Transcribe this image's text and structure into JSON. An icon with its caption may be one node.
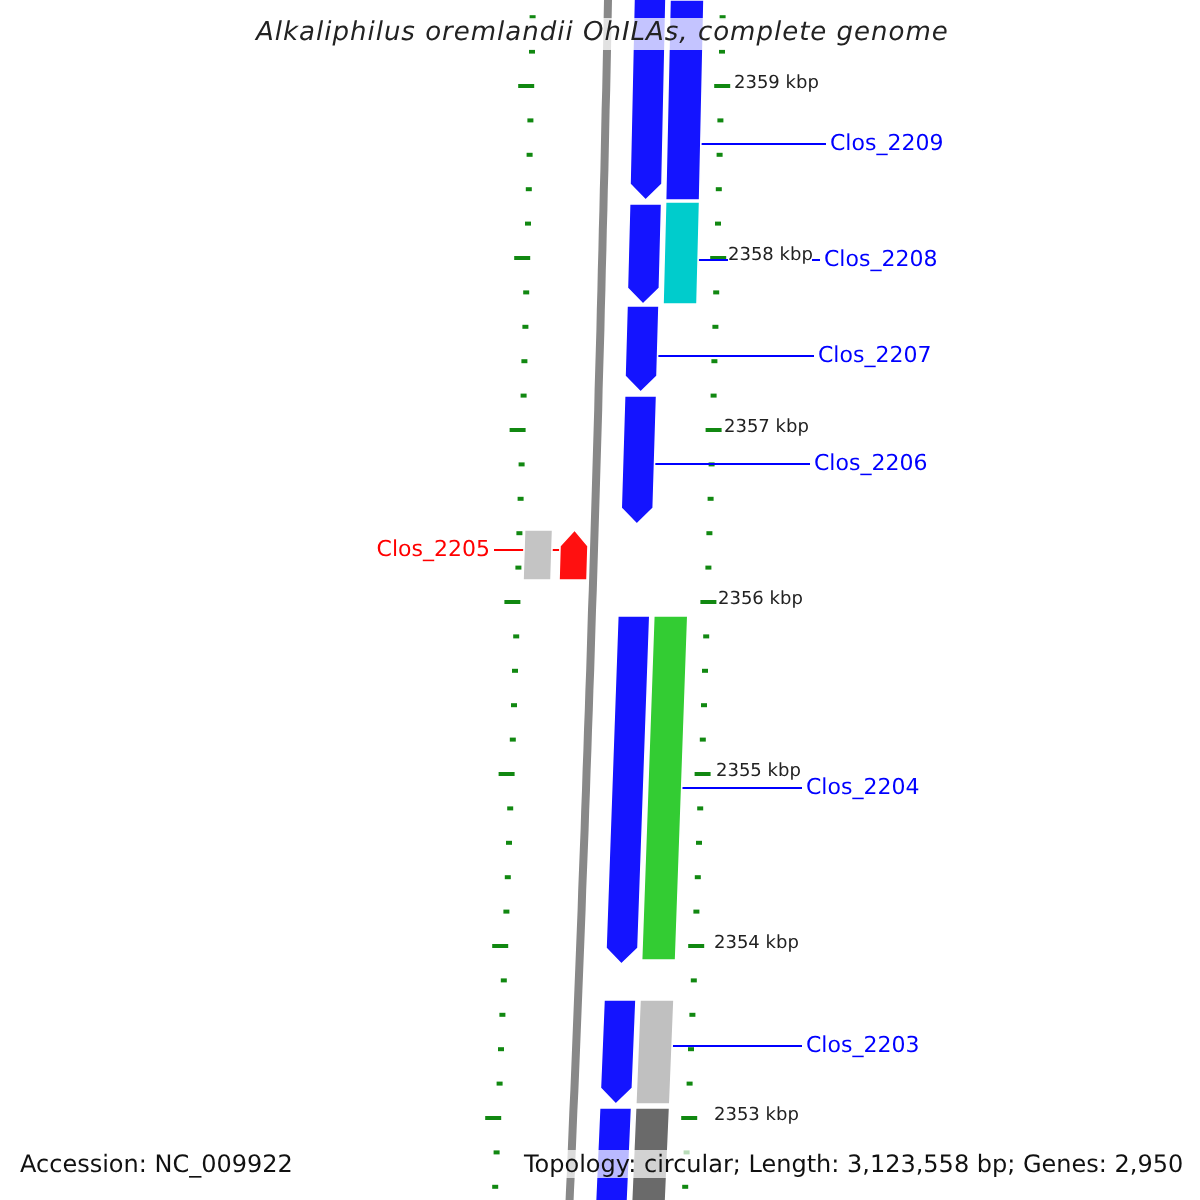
{
  "diagram": {
    "title": "Alkaliphilus oremlandii OhILAs, complete genome",
    "nodes": [
      {
        "text": [
          "Clos_2209"
        ]
      },
      {
        "text": [
          "Clos_2208"
        ]
      },
      {
        "text": [
          "Clos_2207"
        ]
      },
      {
        "text": [
          "Clos_2206"
        ]
      },
      {
        "text": [
          "Clos_2205"
        ]
      },
      {
        "text": [
          "Clos_2204"
        ]
      },
      {
        "text": [
          "Clos_2203"
        ]
      },
      {
        "text": [],
        "shape": "bar"
      },
      {
        "text": [],
        "shape": "bar"
      },
      {
        "text": [],
        "shape": "bar"
      },
      {
        "text": [],
        "shape": "bar"
      },
      {
        "text": [],
        "shape": "bar"
      },
      {
        "text": [],
        "shape": "bar"
      },
      {
        "text": [],
        "shape": "bar"
      },
      {
        "text": [],
        "shape": "bar"
      },
      {
        "text": [],
        "shape": "bar"
      },
      {
        "text": [],
        "shape": "bar"
      },
      {
        "text": [],
        "shape": "bar"
      },
      {
        "text": [],
        "shape": "bar"
      },
      {
        "text": [],
        "shape": "bar"
      },
      {
        "text": [],
        "shape": "bar"
      }
    ],
    "edges": [
      {
        "from": 0,
        "to": 8,
        "arrow": "none"
      },
      {
        "from": 1,
        "to": 10,
        "arrow": "none"
      },
      {
        "from": 2,
        "to": 11,
        "arrow": "none"
      },
      {
        "from": 3,
        "to": 12,
        "arrow": "none"
      },
      {
        "from": 4,
        "to": 14,
        "arrow": "none",
        "color": "#ff0000"
      },
      {
        "from": 5,
        "to": 16,
        "arrow": "none"
      },
      {
        "from": 6,
        "to": 18,
        "arrow": "none"
      }
    ],
    "labels": [
      "2359 kbp",
      "2358 kbp",
      "2357 kbp",
      "2356 kbp",
      "2355 kbp",
      "2354 kbp",
      "2353 kbp",
      "Accession: NC_009922",
      "Topology: circular; Length: 3,123,558 bp; Genes: 2,950"
    ]
  }
}
